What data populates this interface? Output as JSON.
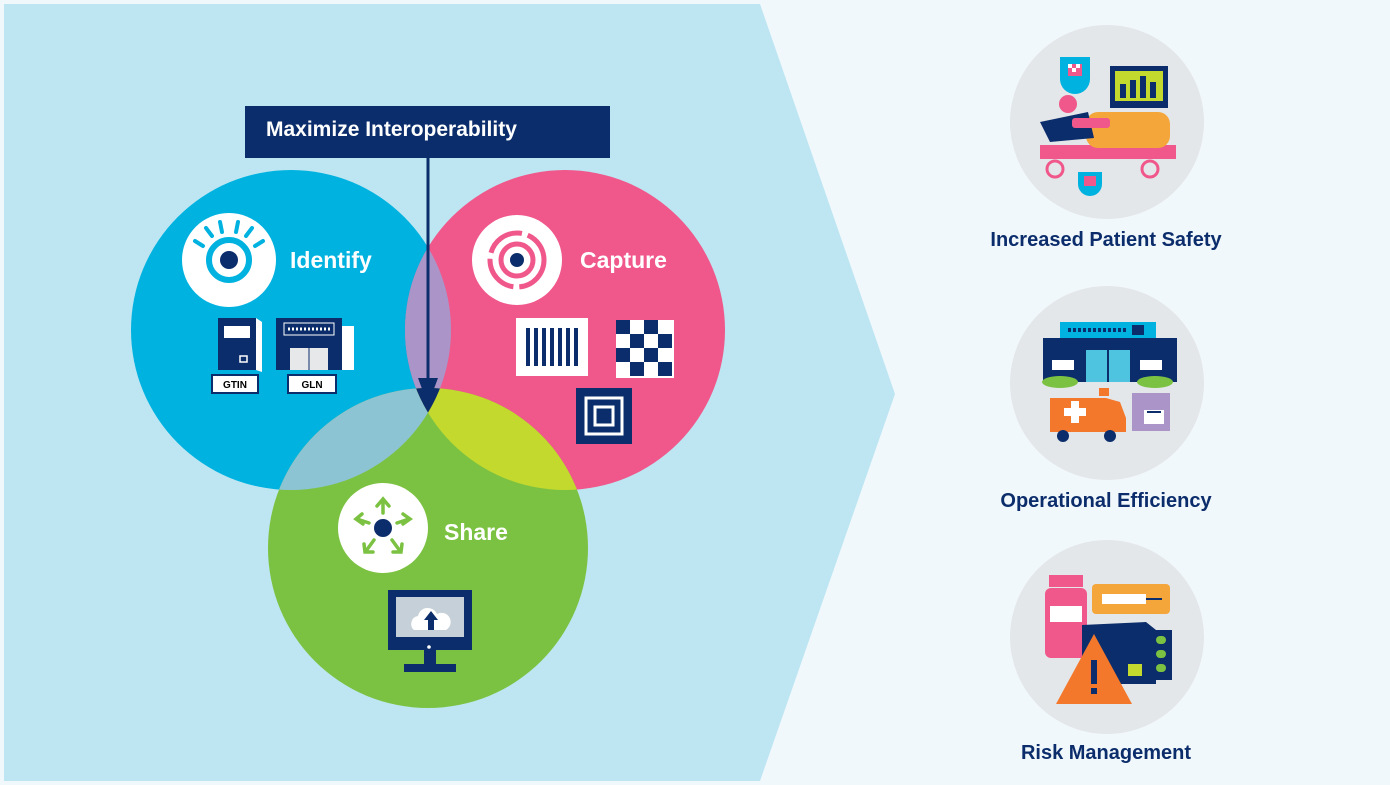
{
  "banner": {
    "label": "Maximize Interoperability"
  },
  "circles": {
    "identify": {
      "label": "Identify",
      "tags": [
        "GTIN",
        "GLN"
      ]
    },
    "capture": {
      "label": "Capture"
    },
    "share": {
      "label": "Share"
    }
  },
  "outcomes": [
    {
      "label": "Increased Patient Safety",
      "icon": "patient-bed-icon"
    },
    {
      "label": "Operational Efficiency",
      "icon": "hospital-ambulance-icon"
    },
    {
      "label": "Risk Management",
      "icon": "medication-warning-icon"
    }
  ],
  "colors": {
    "panel_bg": "#bde6f2",
    "right_bg": "#f1f8fc",
    "identify": "#00b2e0",
    "capture": "#f0578a",
    "share": "#7cc242",
    "navy": "#0c2d6b",
    "icon_circle": "#e4e7ea"
  }
}
